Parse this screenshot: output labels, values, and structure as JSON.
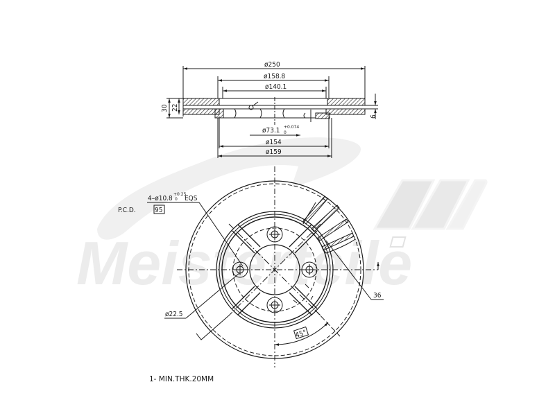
{
  "drawing": {
    "title": "Brake disc technical drawing",
    "watermark": {
      "brand": "A.Meisterteile",
      "text": "Meisterteile",
      "registered_mark": "R",
      "color": "#ececec"
    },
    "section_view": {
      "dimensions": {
        "outer_diameter": "ø250",
        "d_158_8": "ø158.8",
        "d_140_1": "ø140.1",
        "center_bore": "ø73.1",
        "center_bore_tol_upper": "+0.074",
        "center_bore_tol_lower": "0",
        "d_154": "ø154",
        "d_159": "ø159",
        "total_height": "30",
        "disc_thickness": "22",
        "vent_gap": "6"
      }
    },
    "front_view": {
      "bolt_holes_label": "4–ø10.8",
      "bolt_holes_tol_upper": "+0.25",
      "bolt_holes_tol_lower": "0",
      "bolt_holes_suffix": "EQS",
      "pcd_label": "P.C.D.",
      "pcd_value": "95",
      "small_hole": "ø22.5",
      "vanes_count": "36",
      "angle": "45°"
    },
    "notes": [
      "1- MIN.THK.20MM"
    ],
    "colors": {
      "line": "#1a1a1a",
      "background": "#ffffff"
    }
  }
}
